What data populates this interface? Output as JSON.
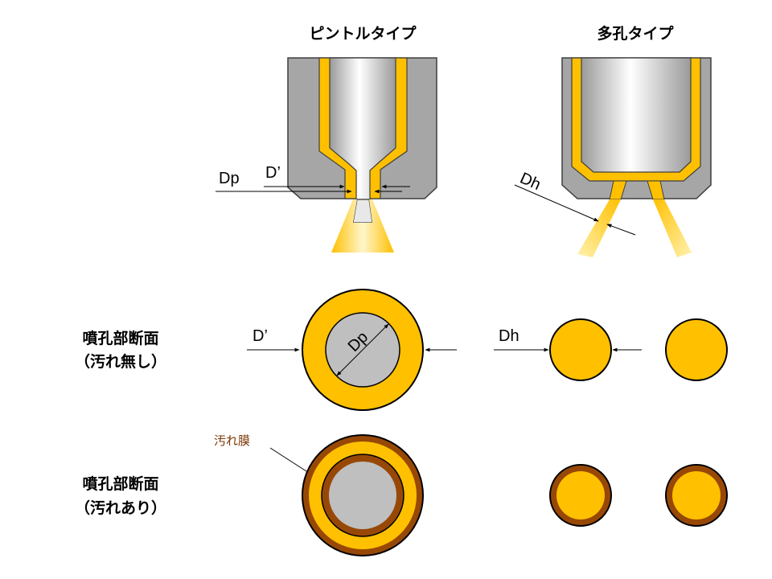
{
  "headings": {
    "pintle": "ピントルタイプ",
    "multihole": "多孔タイプ"
  },
  "labels": {
    "dp": "Dp",
    "d_prime": "D’",
    "dh": "Dh",
    "dp_inner": "Dp",
    "d_prime_section": "D’",
    "dh_section": "Dh"
  },
  "rows": {
    "clean_line1": "噴孔部断面",
    "clean_line2": "（汚れ無し）",
    "dirty_line1": "噴孔部断面",
    "dirty_line2": "（汚れあり）"
  },
  "deposit_label": "汚れ膜",
  "colors": {
    "body_gray": "#a6a6a6",
    "fuel_yellow": "#ffc000",
    "deposit_brown": "#984806",
    "core_gray": "#bfbfbf"
  }
}
